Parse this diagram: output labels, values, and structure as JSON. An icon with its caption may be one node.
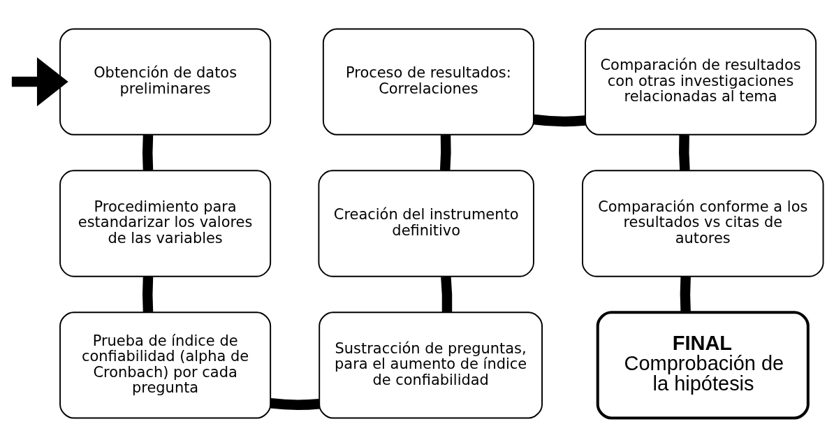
{
  "diagram": {
    "nodes": [
      {
        "text": [
          "Obtención de datos preliminares"
        ]
      },
      {
        "text": [
          "Procedimiento para estandarizar los valores de las variables"
        ]
      },
      {
        "text": [
          "Prueba de índice de confiabilidad (alpha de Cronbach) por cada pregunta"
        ]
      },
      {
        "text": [
          "Sustracción de preguntas, para el aumento de índice de confiabilidad"
        ]
      },
      {
        "text": [
          "Creación del instrumento definitivo"
        ]
      },
      {
        "text": [
          "Proceso de resultados: Correlaciones"
        ]
      },
      {
        "text": [
          "Comparación de resultados con otras investigaciones relacionadas al tema"
        ]
      },
      {
        "text": [
          "Comparación conforme a los resultados vs citas de autores"
        ]
      },
      {
        "text": [
          "FINAL",
          "Comprobación de la hipótesis"
        ]
      }
    ],
    "edges": [
      {
        "from": null,
        "to": 0,
        "arrow": "to"
      },
      {
        "from": 0,
        "to": 1,
        "arrow": "none"
      },
      {
        "from": 1,
        "to": 2,
        "arrow": "none"
      },
      {
        "from": 2,
        "to": 3,
        "arrow": "none"
      },
      {
        "from": 3,
        "to": 4,
        "arrow": "none"
      },
      {
        "from": 4,
        "to": 5,
        "arrow": "none"
      },
      {
        "from": 5,
        "to": 6,
        "arrow": "none"
      },
      {
        "from": 6,
        "to": 7,
        "arrow": "none"
      },
      {
        "from": 7,
        "to": 8,
        "arrow": "none"
      }
    ]
  }
}
